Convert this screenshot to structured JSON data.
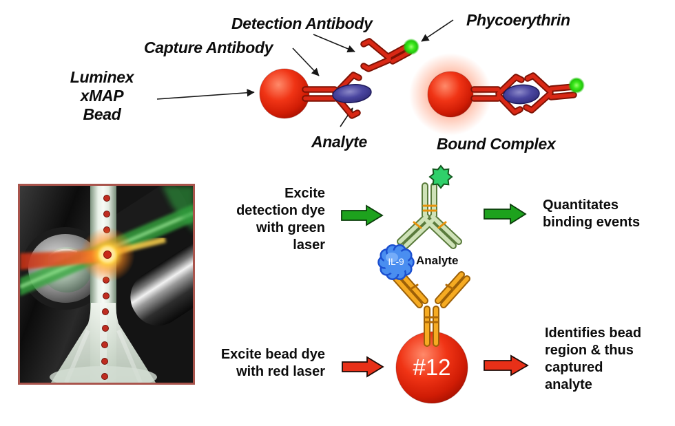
{
  "top_diagram": {
    "luminex_bead_label": "Luminex\nxMAP\nBead",
    "capture_antibody_label": "Capture Antibody",
    "detection_antibody_label": "Detection Antibody",
    "phycoerythrin_label": "Phycoerythrin",
    "analyte_label": "Analyte",
    "bound_complex_label": "Bound Complex"
  },
  "bottom_diagram": {
    "green_path": {
      "excite_label": "Excite\ndetection dye\nwith green\nlaser",
      "result_label": "Quantitates\nbinding events"
    },
    "red_path": {
      "excite_label": "Excite bead dye\nwith red laser",
      "result_label": "Identifies bead\nregion & thus\ncaptured\nanalyte"
    },
    "analyte_label": "Analyte",
    "analyte_tag": "IL-9",
    "bead_number": "#12"
  },
  "colors": {
    "arrow_green": "#1da21d",
    "arrow_red": "#e83018",
    "bead_red": "#e2200c",
    "phycoerythrin_green": "#2bd41f",
    "analyte_blue": "#3a3590",
    "il9_blue": "#4a8ef0",
    "detection_antibody_green": "#cfe2b8",
    "capture_antibody_orange": "#f4a51e",
    "photo_frame": "#a9544c"
  }
}
